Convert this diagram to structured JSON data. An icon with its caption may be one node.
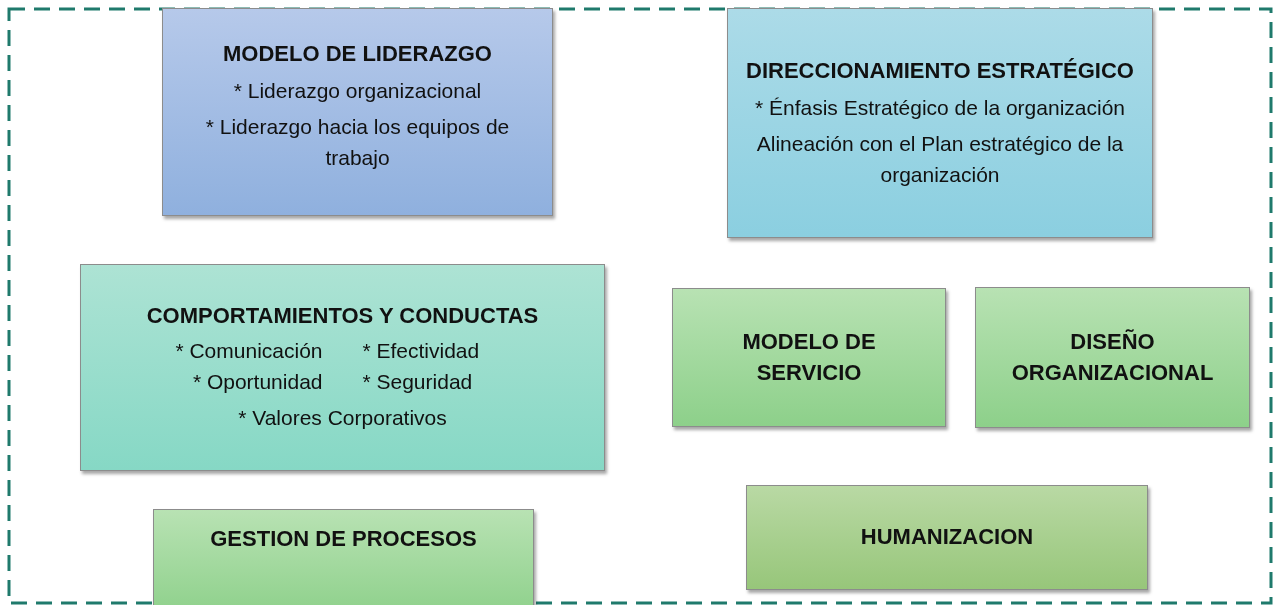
{
  "diagram": {
    "nodes": [
      {
        "text": [
          "MODELO DE LIDERAZGO",
          "* Liderazgo organizacional",
          "* Liderazgo hacia los equipos de trabajo"
        ]
      },
      {
        "text": [
          "DIRECCIONAMIENTO ESTRATÉGICO",
          "* Énfasis Estratégico de la organización",
          "Alineación con el Plan estratégico de la organización"
        ]
      },
      {
        "text": [
          "COMPORTAMIENTOS Y CONDUCTAS",
          "* Comunicación",
          "* Efectividad",
          "* Oportunidad",
          "* Seguridad",
          "* Valores Corporativos"
        ]
      },
      {
        "text": [
          "MODELO DE SERVICIO"
        ]
      },
      {
        "text": [
          "DISEÑO ORGANIZACIONAL"
        ]
      },
      {
        "text": [
          "GESTION DE PROCESOS"
        ]
      },
      {
        "text": [
          "HUMANIZACION"
        ]
      }
    ],
    "edges": []
  }
}
